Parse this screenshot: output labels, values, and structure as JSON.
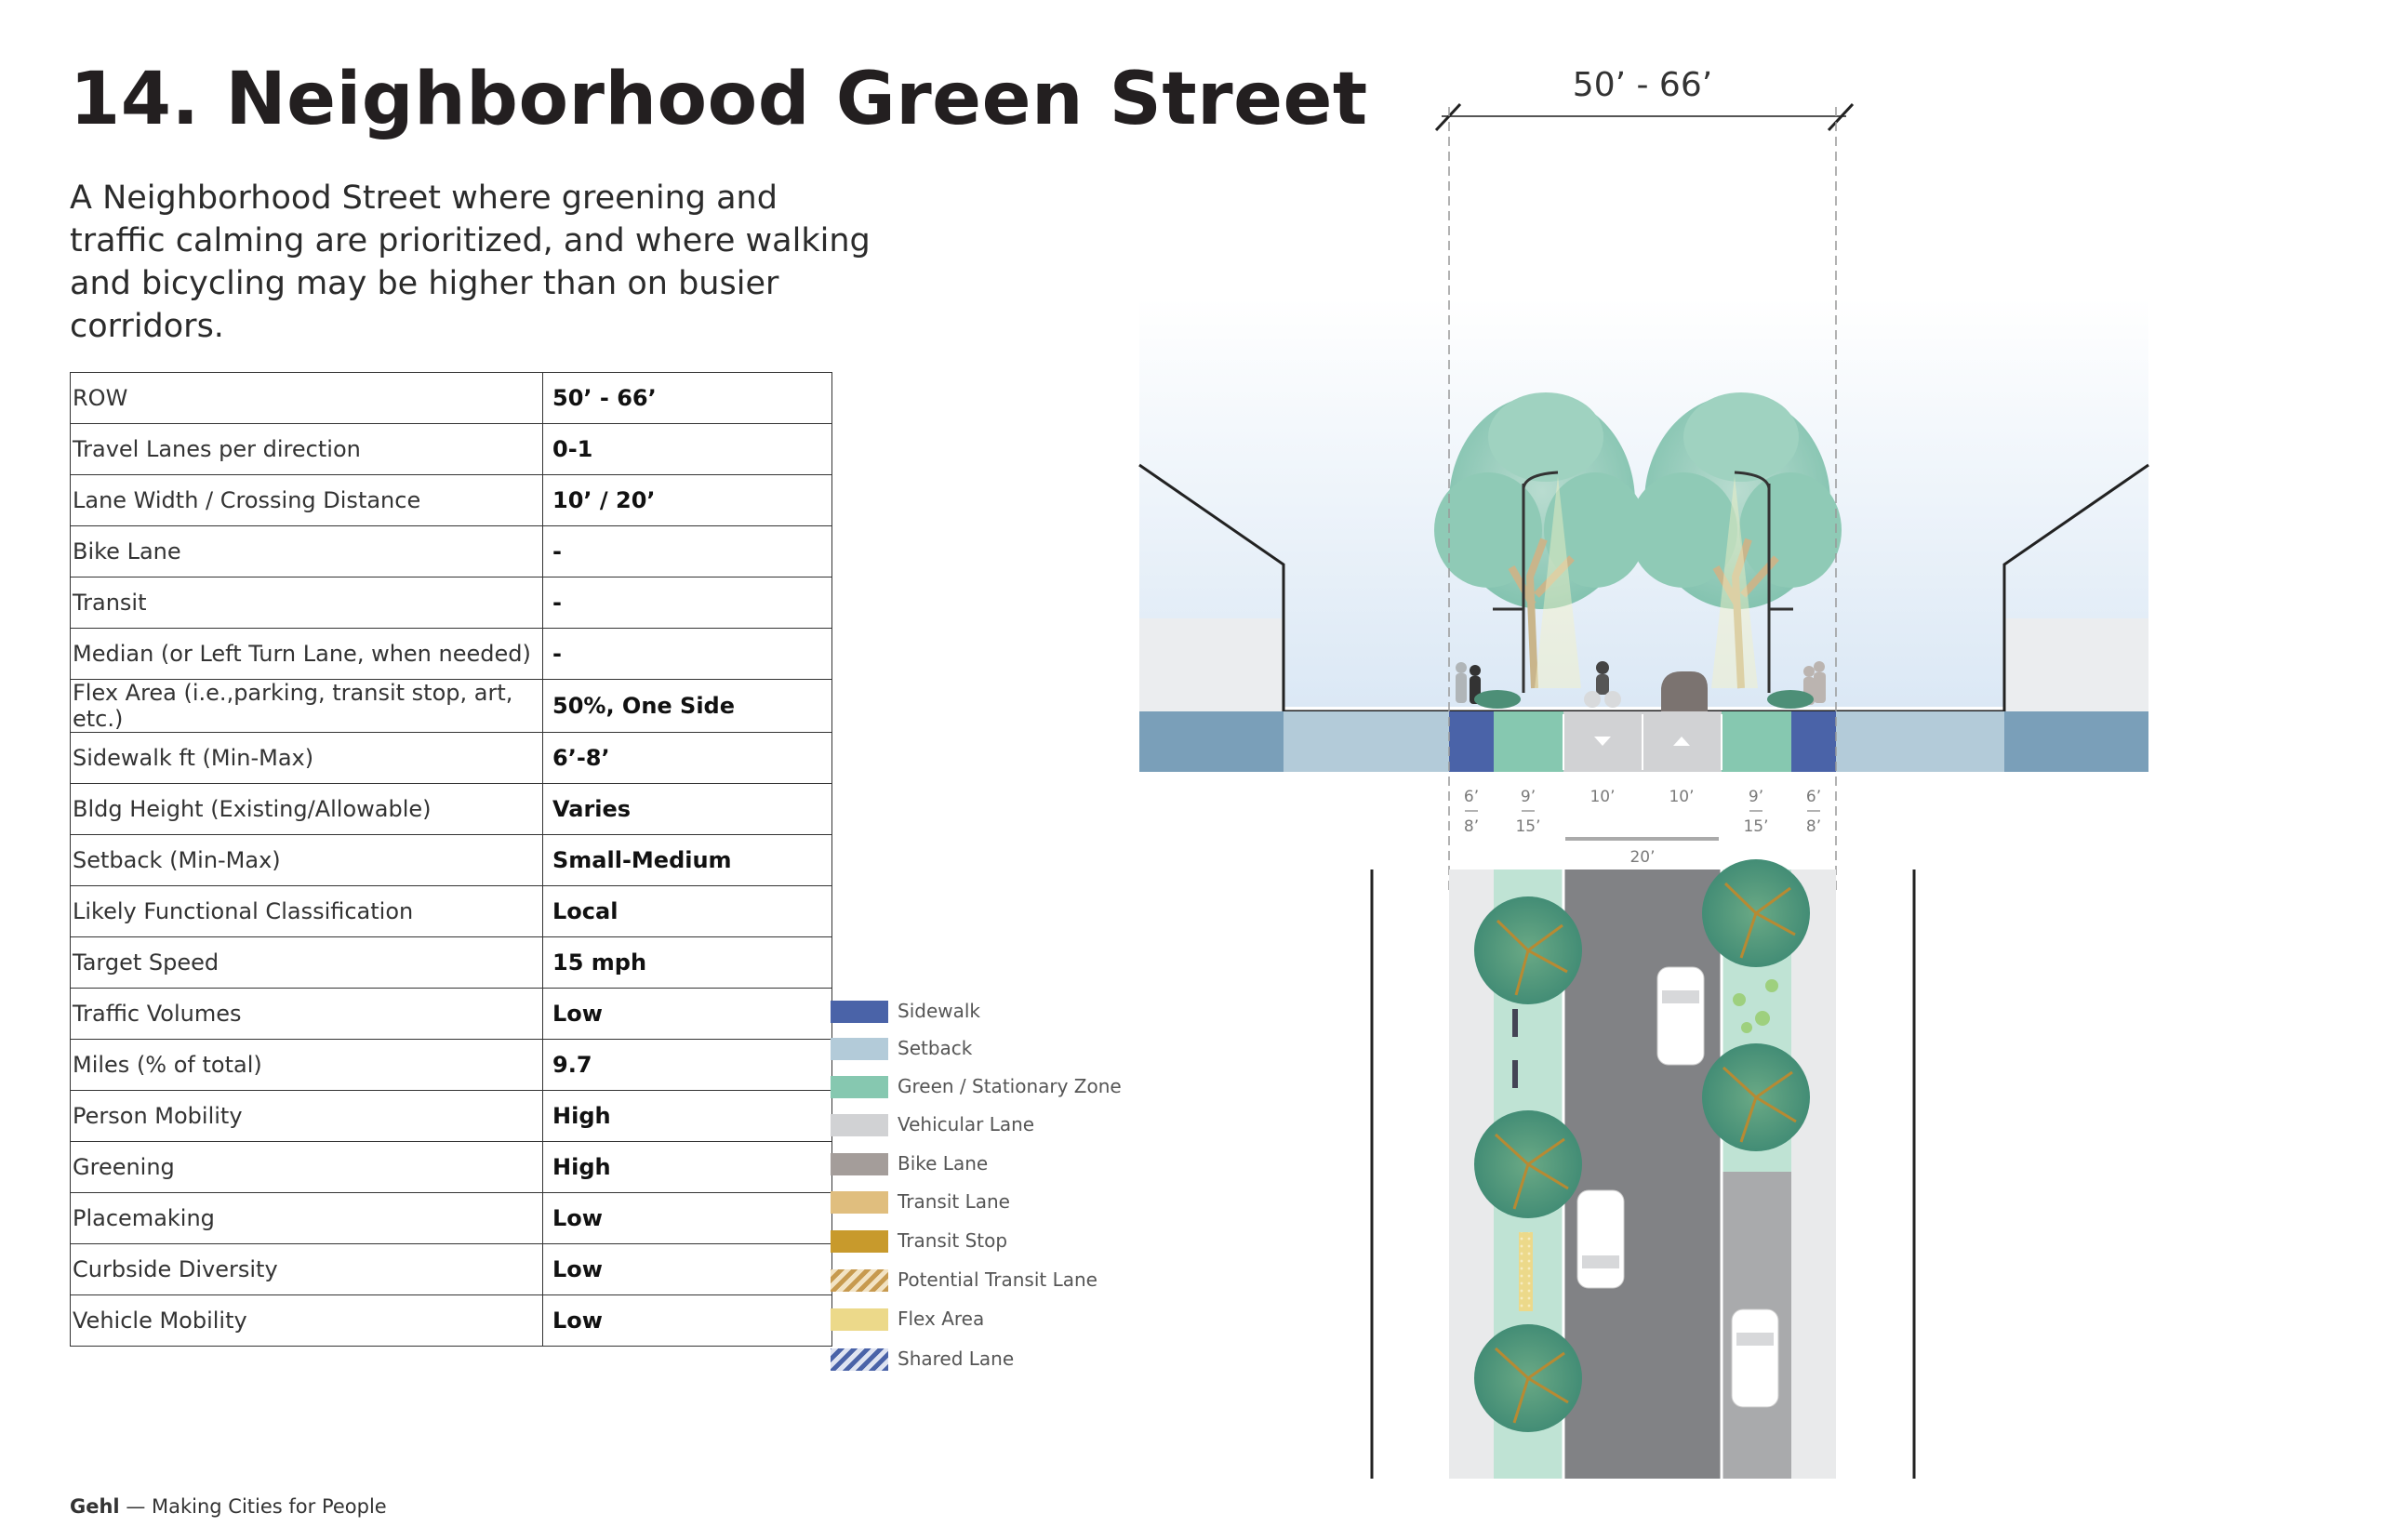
{
  "title": "14. Neighborhood Green Street",
  "subtitle": "A Neighborhood Street where greening and traffic calming are prioritized, and where walking and bicycling may be higher than on busier corridors.",
  "table": [
    {
      "key": "ROW",
      "value": "50’ - 66’"
    },
    {
      "key": "Travel Lanes per direction",
      "value": "0-1"
    },
    {
      "key": "Lane Width / Crossing Distance",
      "value": "10’ / 20’"
    },
    {
      "key": "Bike Lane",
      "value": "-"
    },
    {
      "key": "Transit",
      "value": "-"
    },
    {
      "key": "Median (or Left Turn Lane, when needed)",
      "value": "-"
    },
    {
      "key": "Flex Area (i.e.,parking, transit stop, art, etc.)",
      "value": "50%, One Side"
    },
    {
      "key": "Sidewalk ft (Min-Max)",
      "value": "6’-8’"
    },
    {
      "key": "Bldg Height (Existing/Allowable)",
      "value": "Varies"
    },
    {
      "key": "Setback (Min-Max)",
      "value": "Small-Medium"
    },
    {
      "key": "Likely Functional Classification",
      "value": "Local"
    },
    {
      "key": "Target Speed",
      "value": "15 mph"
    },
    {
      "key": "Traffic Volumes",
      "value": "Low"
    },
    {
      "key": "Miles (% of total)",
      "value": "9.7"
    },
    {
      "key": "Person Mobility",
      "value": "High"
    },
    {
      "key": "Greening",
      "value": "High"
    },
    {
      "key": "Placemaking",
      "value": "Low"
    },
    {
      "key": "Curbside Diversity",
      "value": "Low"
    },
    {
      "key": "Vehicle Mobility",
      "value": "Low"
    }
  ],
  "legend": [
    {
      "label": "Sidewalk",
      "color": "#4a63a8"
    },
    {
      "label": "Setback",
      "color": "#b3cbd9"
    },
    {
      "label": "Green / Stationary Zone",
      "color": "#86c8b0"
    },
    {
      "label": "Vehicular Lane",
      "color": "#d1d2d4"
    },
    {
      "label": "Bike Lane",
      "color": "#a49d9a"
    },
    {
      "label": "Transit Lane",
      "color": "#e0be7e"
    },
    {
      "label": "Transit Stop",
      "color": "#c89a2c"
    },
    {
      "label": "Potential Transit Lane",
      "color": "#c79a4f"
    },
    {
      "label": "Flex Area",
      "color": "#ecd98a"
    },
    {
      "label": "Shared Lane",
      "color": "#4a63a8"
    }
  ],
  "diagram": {
    "row_label": "50’ - 66’",
    "widths_top": [
      "6’",
      "9’",
      "10’",
      "10’",
      "9’",
      "6’"
    ],
    "widths_bottom": [
      "8’",
      "15’",
      "15’",
      "8’"
    ],
    "crossing_label": "20’"
  },
  "footer": {
    "brand": "Gehl",
    "tagline": " — Making Cities for People"
  }
}
